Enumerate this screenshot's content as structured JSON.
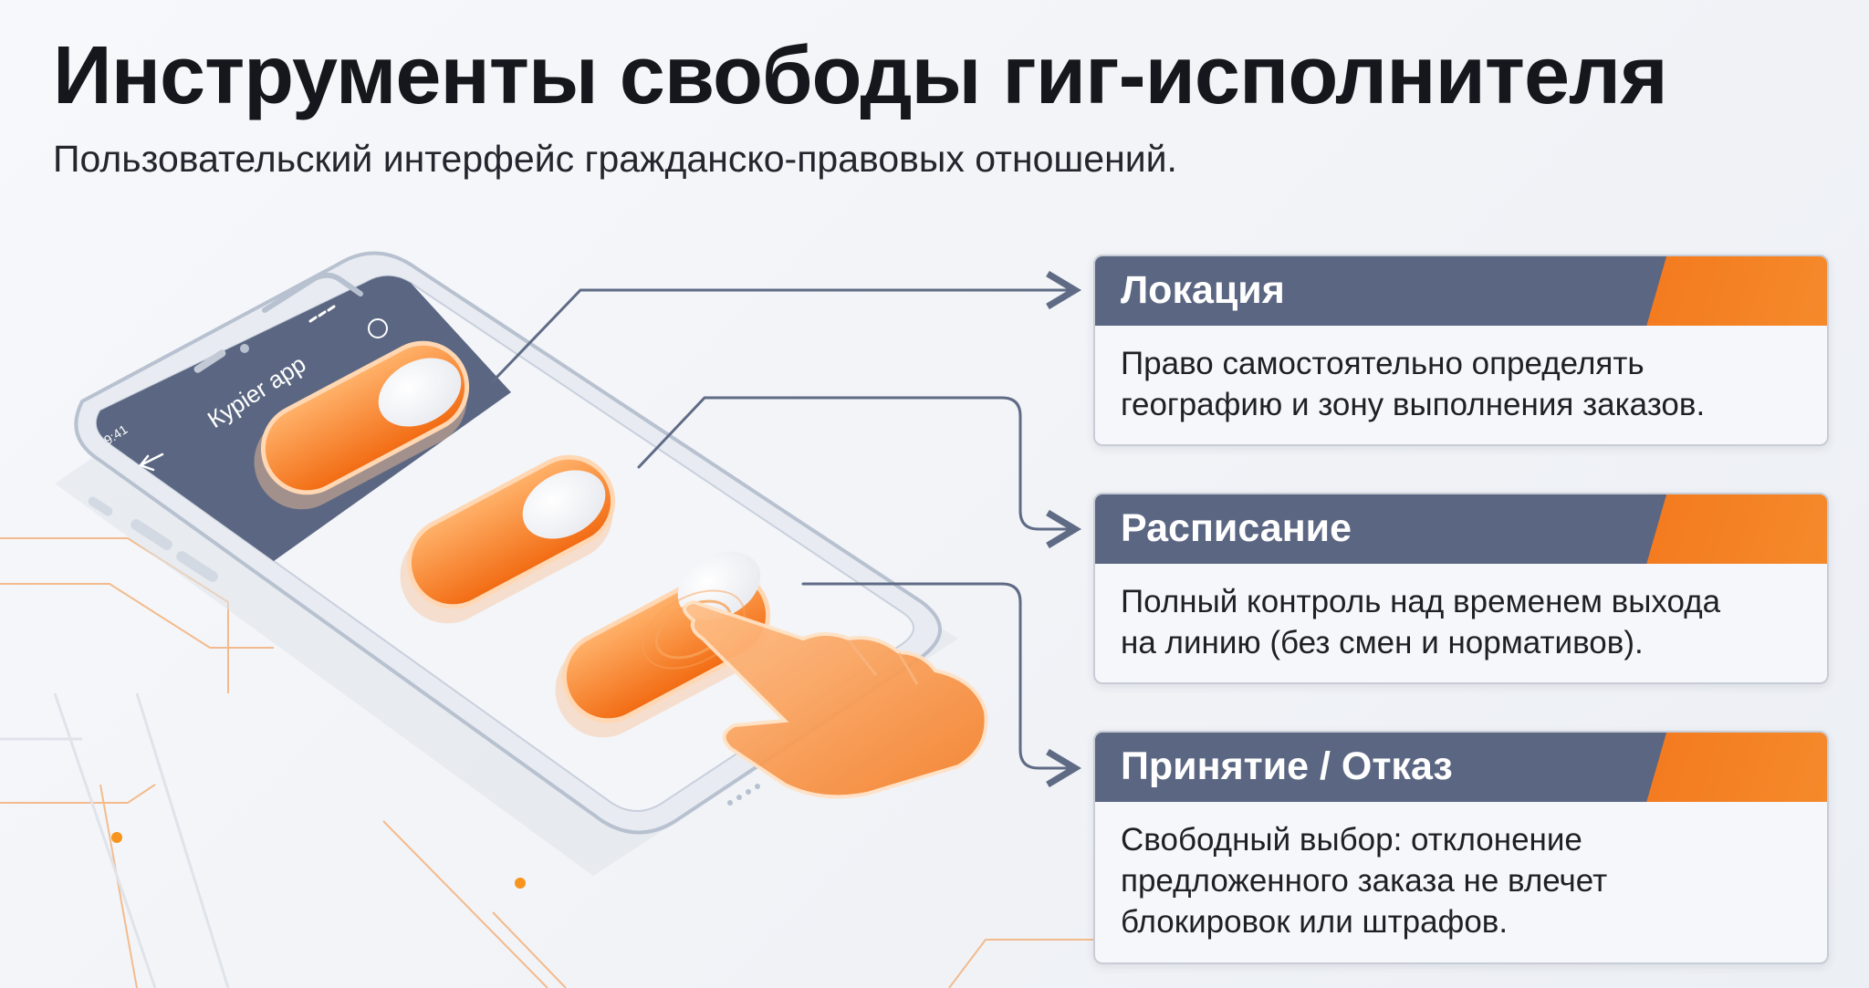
{
  "header": {
    "title": "Инструменты свободы гиг-исполнителя",
    "subtitle": "Пользовательский интерфейс гражданско-правовых отношений."
  },
  "phone": {
    "app_title": "Курier app",
    "status_left": "9:41",
    "back_icon": "arrow-left-icon",
    "toggles_state": "on"
  },
  "cards": [
    {
      "title": "Локация",
      "text": "Право самостоятельно определять\nгеографию и зону выполнения заказов."
    },
    {
      "title": "Расписание",
      "text": "Полный контроль над временем выхода\nна линию (без смен и нормативов)."
    },
    {
      "title": "Принятие / Отказ",
      "text": "Свободный выбор: отклонение\nпредложенного заказа не влечет\nблокировок или штрафов."
    }
  ],
  "colors": {
    "accent": "#f47b20",
    "header_slate": "#5b6782",
    "connector": "#5f6b85"
  }
}
